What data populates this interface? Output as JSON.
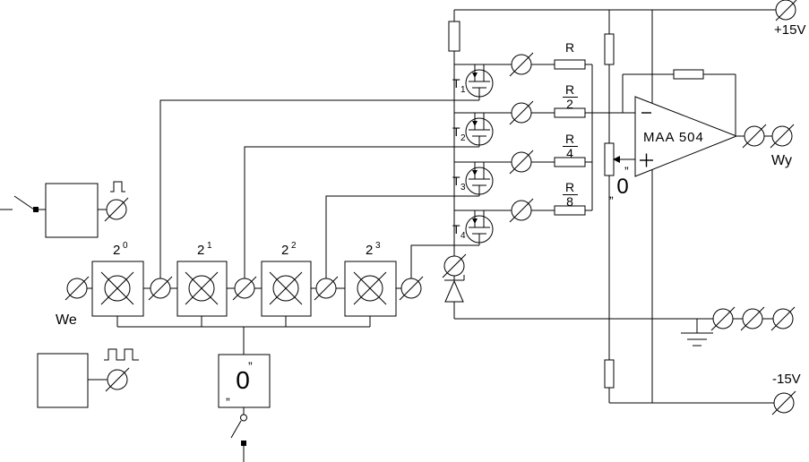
{
  "colors": {
    "line": "#000000",
    "background": "#ffffff"
  },
  "labels": {
    "we": "We",
    "wy": "Wy",
    "vcc": "+15V",
    "vee": "-15V",
    "opamp_name": "MAA 504"
  },
  "counter_stages": [
    {
      "base": "2",
      "exp": "0"
    },
    {
      "base": "2",
      "exp": "1"
    },
    {
      "base": "2",
      "exp": "2"
    },
    {
      "base": "2",
      "exp": "3"
    }
  ],
  "transistors": [
    {
      "base": "T",
      "sub": "1"
    },
    {
      "base": "T",
      "sub": "2"
    },
    {
      "base": "T",
      "sub": "3"
    },
    {
      "base": "T",
      "sub": "4"
    }
  ],
  "ladder": {
    "r0": "R",
    "fractions": [
      {
        "num": "R",
        "den": "2"
      },
      {
        "num": "R",
        "den": "4"
      },
      {
        "num": "R",
        "den": "8"
      }
    ]
  },
  "zero_marks": {
    "reset": {
      "open": "„",
      "digit": "0",
      "close": "”"
    },
    "offset": {
      "open": "„",
      "digit": "0",
      "close": "”"
    }
  }
}
